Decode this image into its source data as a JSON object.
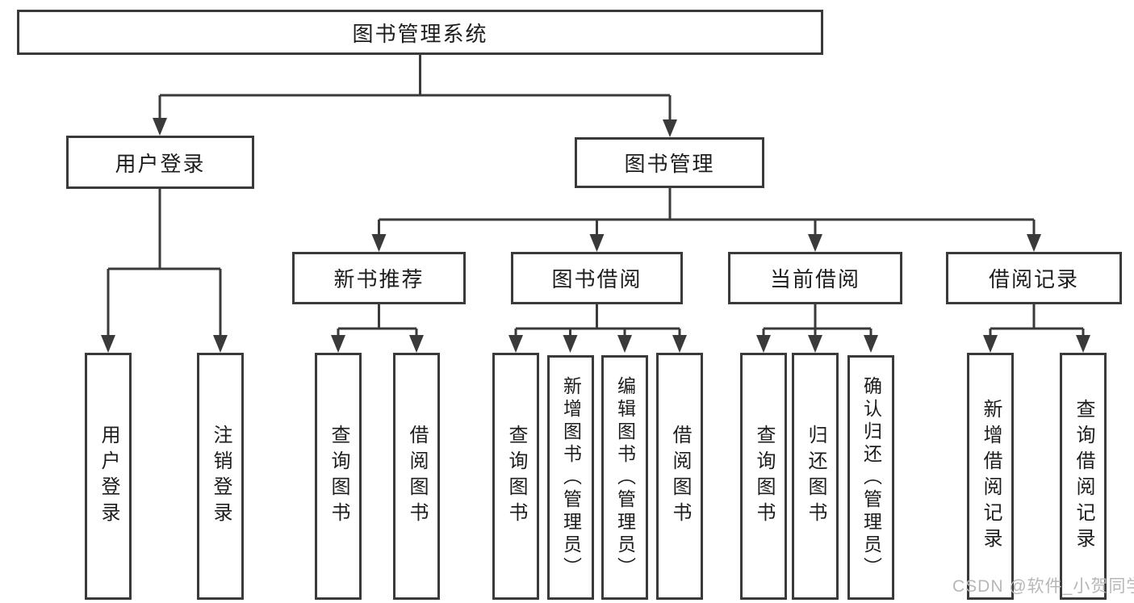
{
  "diagram": {
    "type": "hierarchy",
    "root": {
      "label": "图书管理系统"
    },
    "branches": [
      {
        "label": "用户登录",
        "children": [
          {
            "label": "用户登录"
          },
          {
            "label": "注销登录"
          }
        ]
      },
      {
        "label": "图书管理",
        "children": [
          {
            "label": "新书推荐",
            "children": [
              {
                "label": "查询图书"
              },
              {
                "label": "借阅图书"
              }
            ]
          },
          {
            "label": "图书借阅",
            "children": [
              {
                "label": "查询图书"
              },
              {
                "label": "新增图书（管理员）"
              },
              {
                "label": "编辑图书（管理员）"
              },
              {
                "label": "借阅图书"
              }
            ]
          },
          {
            "label": "当前借阅",
            "children": [
              {
                "label": "查询图书"
              },
              {
                "label": "归还图书"
              },
              {
                "label": "确认归还（管理员）"
              }
            ]
          },
          {
            "label": "借阅记录",
            "children": [
              {
                "label": "新增借阅记录"
              },
              {
                "label": "查询借阅记录"
              }
            ]
          }
        ]
      }
    ],
    "colors": {
      "line": "#3a3a3a",
      "text": "#1d1d1d",
      "box_background": "#ffffff",
      "watermark": "#b7b7b7"
    }
  },
  "watermark": {
    "text": "CSDN @软件_小贺同学"
  }
}
